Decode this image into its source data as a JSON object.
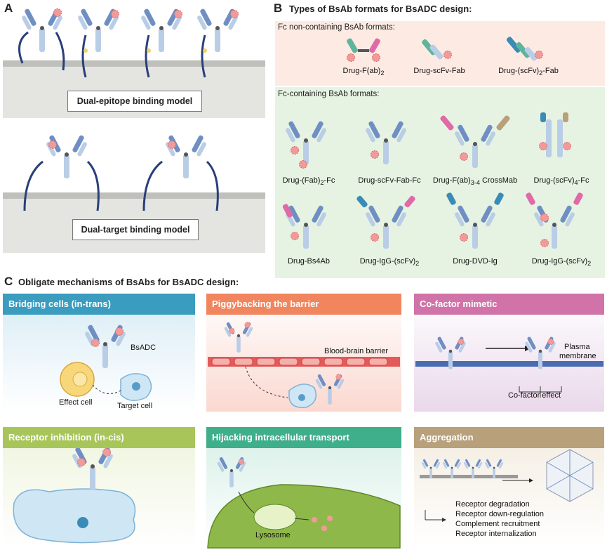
{
  "panelA": {
    "letter": "A",
    "model1": "Dual-epitope binding model",
    "model2": "Dual-target binding model"
  },
  "panelB": {
    "letter": "B",
    "title": "Types of BsAb formats for BsADC design:",
    "fc_non_title": "Fc non-containing BsAb formats:",
    "fc_non_formats": [
      {
        "name": "Drug-F(ab)",
        "sub": "2"
      },
      {
        "name": "Drug-scFv-Fab",
        "sub": ""
      },
      {
        "name": "Drug-(scFv)",
        "sub": "2",
        "after": "-Fab"
      }
    ],
    "fc_title": "Fc-containing BsAb formats:",
    "fc_formats_row1": [
      {
        "name": "Drug-(Fab)",
        "sub": "2",
        "after": "-Fc"
      },
      {
        "name": "Drug-scFv-Fab-Fc",
        "sub": "",
        "after": ""
      },
      {
        "name": "Drug-F(ab)",
        "sub": "3-4",
        "after": " CrossMab"
      },
      {
        "name": "Drug-(scFv)",
        "sub": "4",
        "after": "-Fc"
      }
    ],
    "fc_formats_row2": [
      {
        "name": "Drug-Bs4Ab",
        "sub": "",
        "after": ""
      },
      {
        "name": "Drug-IgG-(scFv)",
        "sub": "2",
        "after": ""
      },
      {
        "name": "Drug-DVD-Ig",
        "sub": "",
        "after": ""
      },
      {
        "name": "Drug-IgG-(scFv)",
        "sub": "2",
        "after": ""
      }
    ]
  },
  "panelC": {
    "letter": "C",
    "title": "Obligate mechanisms of BsAbs for BsADC design:",
    "mechanisms": [
      {
        "title": "Bridging cells (in-trans)",
        "color": "#3a9cbf"
      },
      {
        "title": "Piggybacking the barrier",
        "color": "#f0855e"
      },
      {
        "title": "Co-factor mimetic",
        "color": "#d173a8"
      },
      {
        "title": "Receptor inhibition (in-cis)",
        "color": "#a8c55a"
      },
      {
        "title": "Hijacking intracellular transport",
        "color": "#3fae8a"
      },
      {
        "title": "Aggregation",
        "color": "#b8a07a"
      }
    ],
    "bridging": {
      "bsadc": "BsADC",
      "effect_cell": "Effect cell",
      "target_cell": "Target cell"
    },
    "piggy": {
      "barrier": "Blood-brain barrier"
    },
    "cofactor": {
      "membrane": "Plasma membrane",
      "membrane_l1": "Plasma",
      "membrane_l2": "membrane",
      "effect": "Co-factor effect"
    },
    "hijack": {
      "lysosome": "Lysosome"
    },
    "aggregation": {
      "effects": [
        "Receptor degradation",
        "Receptor down-regulation",
        "Complement recruitment",
        "Receptor internalization"
      ]
    }
  },
  "colors": {
    "fab_blue": "#6f8fc4",
    "light_blue": "#b9cde6",
    "drug_pink": "#f29a9a",
    "fc_non_bg": "#fdebe3",
    "fc_bg": "#e6f3e2"
  }
}
